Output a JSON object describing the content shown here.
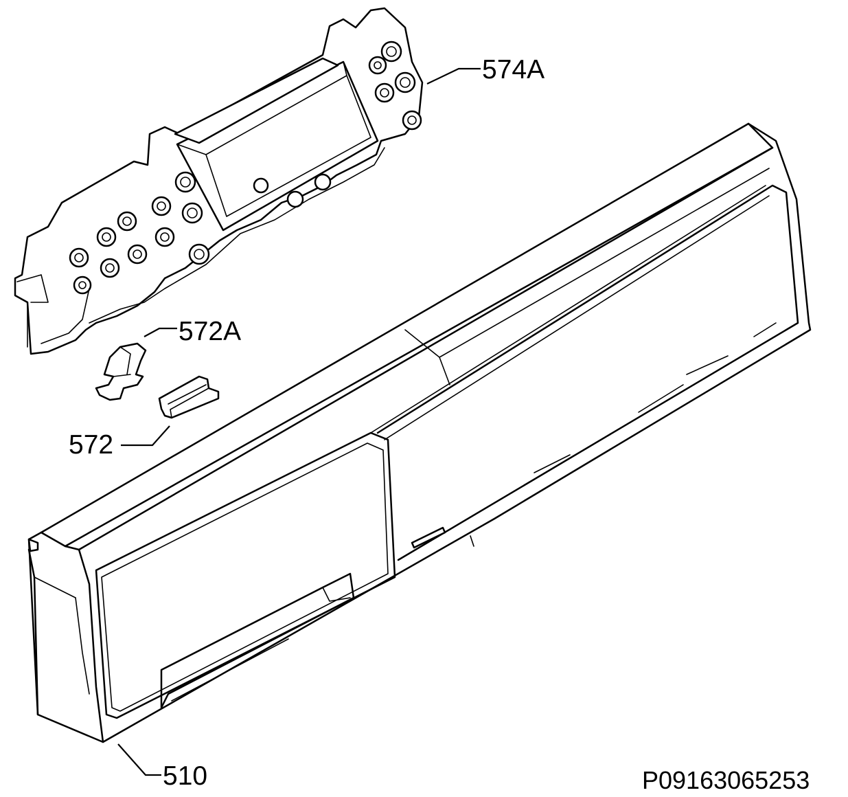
{
  "diagram": {
    "callouts": [
      {
        "id": "574A",
        "text": "574A"
      },
      {
        "id": "572A",
        "text": "572A"
      },
      {
        "id": "572",
        "text": "572"
      },
      {
        "id": "510",
        "text": "510"
      }
    ],
    "reference_code": "P09163065253"
  }
}
